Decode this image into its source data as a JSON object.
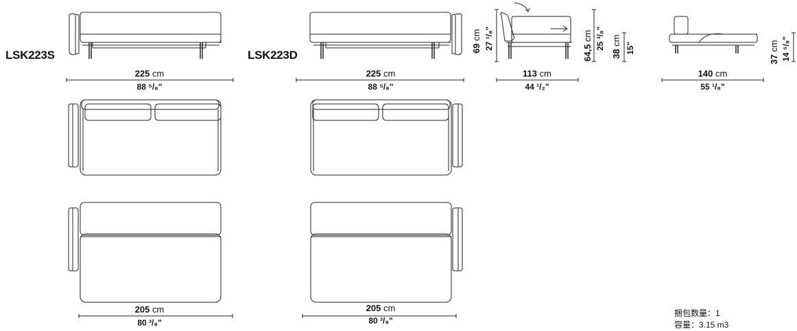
{
  "models": {
    "left": "LSK223S",
    "right": "LSK223D"
  },
  "dimensions": {
    "front_left_width_cm": "225",
    "front_left_width_in": "88 ⁵/₈\"",
    "front_right_width_cm": "225",
    "front_right_width_in": "88 ⁵/₈\"",
    "side_depth_cm": "113",
    "side_depth_in": "44 ¹/₂\"",
    "side_bed_depth_cm": "140",
    "side_bed_depth_in": "55 ¹/₈\"",
    "height_cm": "69",
    "height_in": "27 ¹/₈\"",
    "back_height_cm": "64,5",
    "back_height_in": "25 ³/₈\"",
    "seat_height_cm": "38",
    "seat_height_in": "15\"",
    "bed_height_cm": "37",
    "bed_height_in": "14 ⁵/₈\"",
    "bottom_left_width_cm": "205",
    "bottom_left_width_in": "80 ³/₈\"",
    "bottom_right_width_cm": "205",
    "bottom_right_width_in": "80 ³/₈\""
  },
  "unit_cm": "cm",
  "packaging": {
    "line1": "捆包数量：1",
    "line2": "容量：3.15 m3"
  }
}
